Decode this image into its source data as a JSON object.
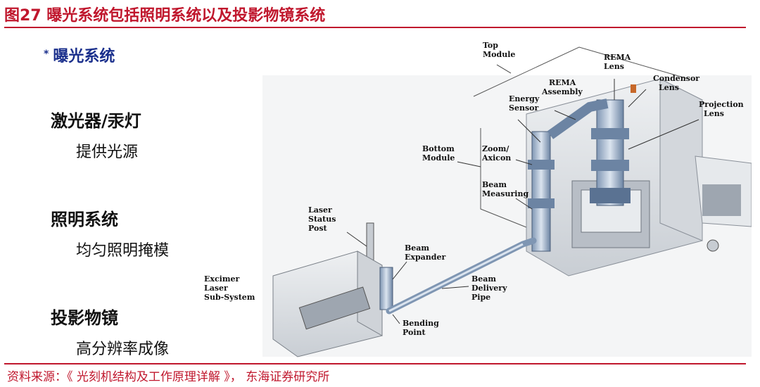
{
  "figure": {
    "title": "图27  曝光系统包括照明系统以及投影物镜系统",
    "source": "资料来源：《 光刻机结构及工作原理详解 》， 东海证券研究所"
  },
  "left_panel": {
    "bullet_symbol": "*",
    "heading": "曝光系统",
    "sections": [
      {
        "title": "激光器/汞灯",
        "desc": "提供光源"
      },
      {
        "title": "照明系统",
        "desc": "均匀照明掩模"
      },
      {
        "title": "投影物镜",
        "desc": "高分辨率成像"
      }
    ]
  },
  "diagram_labels": {
    "top_module": [
      "Top",
      "Module"
    ],
    "rema_lens": [
      "REMA",
      "Lens"
    ],
    "condensor_lens": [
      "Condensor",
      "Lens"
    ],
    "rema_assembly": [
      "REMA",
      "Assembly"
    ],
    "energy_sensor": [
      "Energy",
      "Sensor"
    ],
    "projection_lens": [
      "Projection",
      "Lens"
    ],
    "bottom_module": [
      "Bottom",
      "Module"
    ],
    "zoom_axicon": [
      "Zoom/",
      "Axicon"
    ],
    "beam_measuring": [
      "Beam",
      "Measuring"
    ],
    "laser_status_post": [
      "Laser",
      "Status",
      "Post"
    ],
    "beam_expander": [
      "Beam",
      "Expander"
    ],
    "excimer_laser": [
      "Excimer",
      "Laser",
      "Sub-System"
    ],
    "beam_delivery_pipe": [
      "Beam",
      "Delivery",
      "Pipe"
    ],
    "bending_point": [
      "Bending",
      "Point"
    ]
  }
}
